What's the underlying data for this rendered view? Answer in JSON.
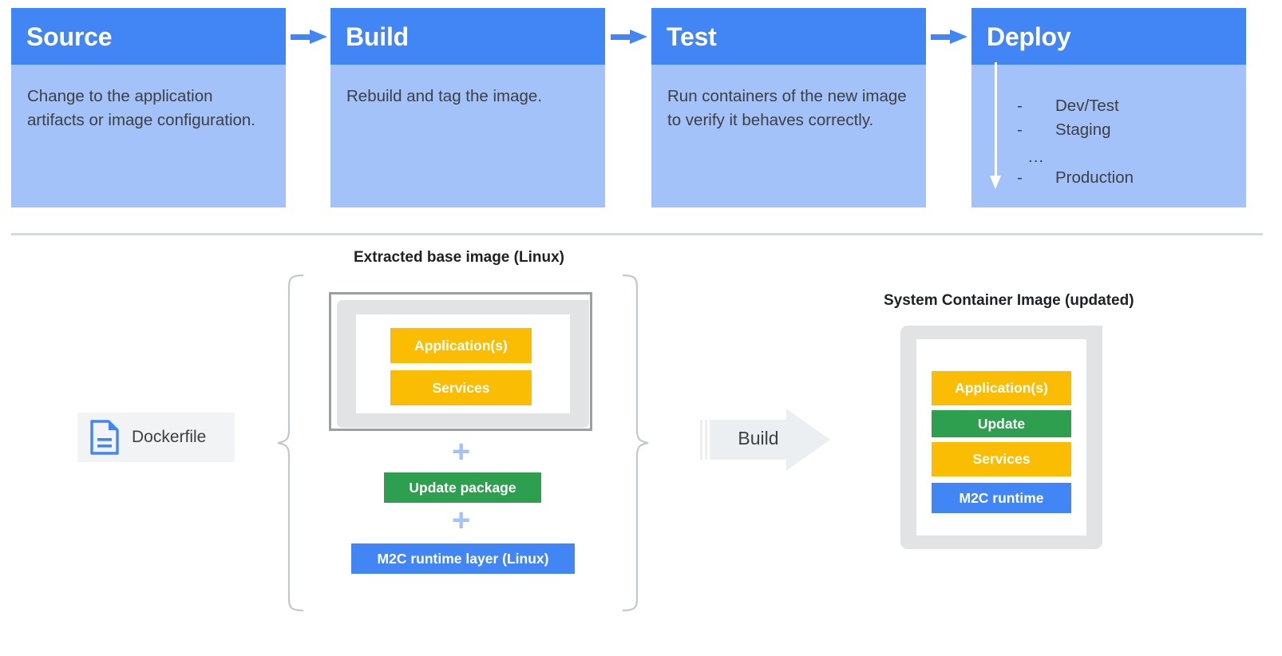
{
  "pipeline": {
    "cards": [
      {
        "id": "source",
        "title": "Source",
        "body": "Change to the application artifacts or image configuration."
      },
      {
        "id": "build",
        "title": "Build",
        "body": "Rebuild and tag the image."
      },
      {
        "id": "test",
        "title": "Test",
        "body": "Run containers of the new image to verify it behaves correctly."
      },
      {
        "id": "deploy",
        "title": "Deploy",
        "environments": [
          {
            "dash": "-",
            "name": "Dev/Test"
          },
          {
            "dash": "-",
            "name": "Staging"
          },
          {
            "dash": "-",
            "name": "Production"
          }
        ],
        "ellipsis": "..."
      }
    ],
    "arrow_icon": "arrow-right-icon"
  },
  "lower": {
    "dockerfile": {
      "label": "Dockerfile",
      "icon": "file-document-icon"
    },
    "base_image": {
      "label": "Extracted base image (Linux)",
      "layers": [
        {
          "name": "Application(s)",
          "color": "#fbbc04"
        },
        {
          "name": "Services",
          "color": "#fbbc04"
        }
      ]
    },
    "plus_symbol": "+",
    "update_package": {
      "name": "Update package",
      "color": "#2e9e4f"
    },
    "m2c_runtime_layer": {
      "name": "M2C runtime layer (Linux)",
      "color": "#4285f4"
    },
    "build_action": {
      "label": "Build",
      "icon": "block-arrow-right-icon"
    },
    "system_container_image": {
      "label": "System Container Image (updated)",
      "layers": [
        {
          "name": "Application(s)",
          "color": "#fbbc04"
        },
        {
          "name": "Update",
          "color": "#2e9e4f"
        },
        {
          "name": "Services",
          "color": "#fbbc04"
        },
        {
          "name": "M2C runtime",
          "color": "#4285f4"
        }
      ]
    }
  },
  "colors": {
    "header_blue": "#4285f4",
    "body_blue": "#a4c2fa",
    "yellow": "#fbbc04",
    "green": "#2e9e4f",
    "blue": "#4285f4",
    "gray_fill": "#e1e3e5",
    "gray_stroke": "#9aa0a6",
    "text_dark": "#3c4043",
    "divider": "#d6dade"
  }
}
